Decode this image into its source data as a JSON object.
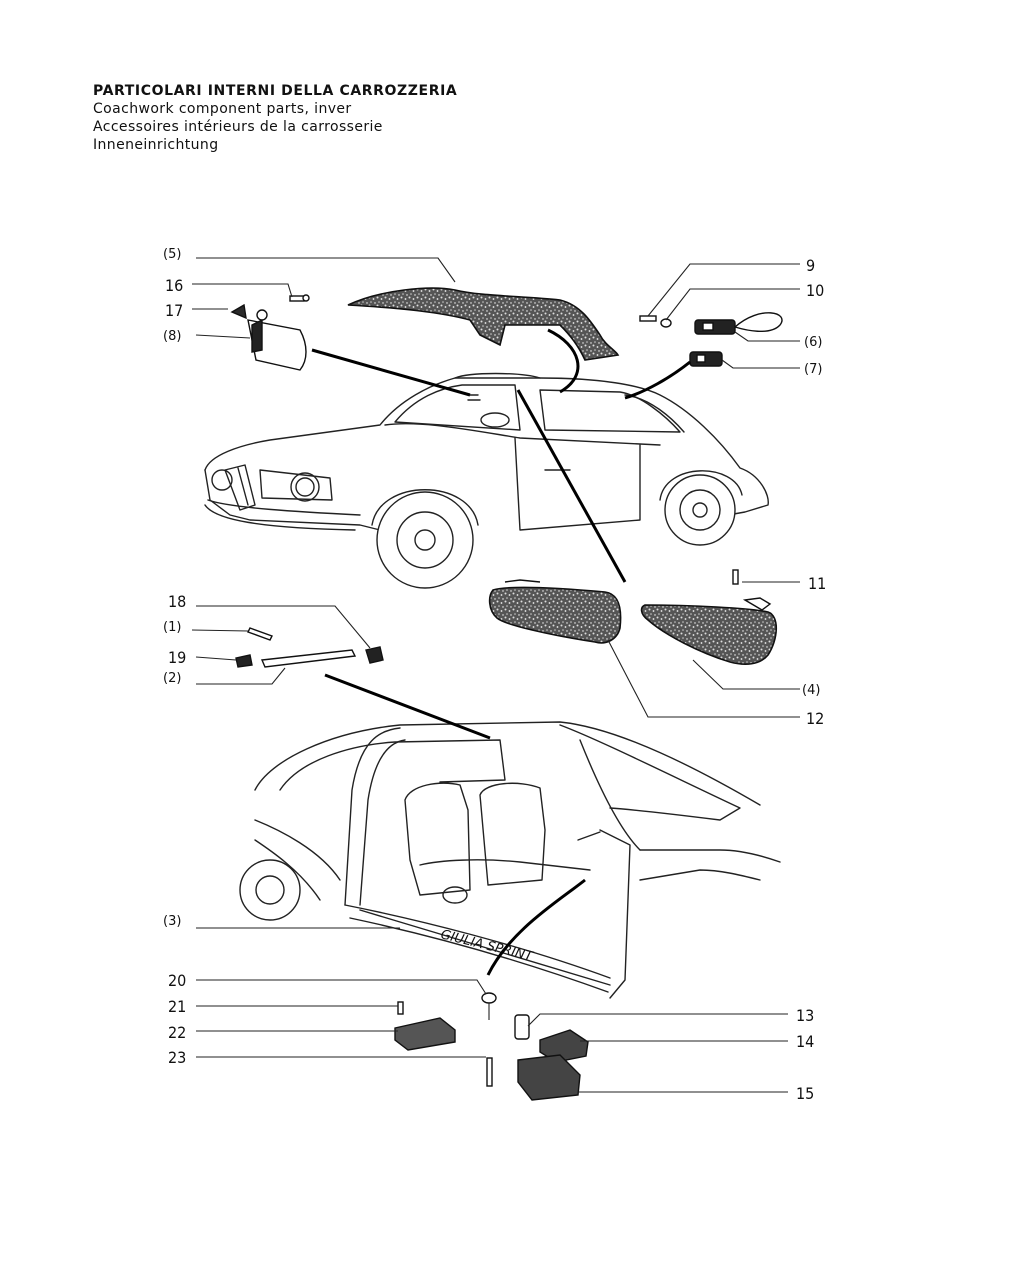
{
  "header": {
    "title_it": "PARTICOLARI INTERNI DELLA CARROZZERIA",
    "title_en": "Coachwork component parts, inver",
    "title_fr": "Accessoires intérieurs de la carrosserie",
    "title_de": "Inneneinrichtung"
  },
  "labels": {
    "p5": "(5)",
    "p16": "16",
    "p17": "17",
    "p8": "(8)",
    "p9": "9",
    "p10": "10",
    "p6": "(6)",
    "p7": "(7)",
    "p18": "18",
    "p1": "(1)",
    "p19": "19",
    "p2": "(2)",
    "p11": "11",
    "p4": "(4)",
    "p12": "12",
    "p3": "(3)",
    "p20": "20",
    "p21": "21",
    "p22": "22",
    "p23": "23",
    "p13": "13",
    "p14": "14",
    "p15": "15"
  },
  "sill_plate_text": "GIULIA SPRINT"
}
